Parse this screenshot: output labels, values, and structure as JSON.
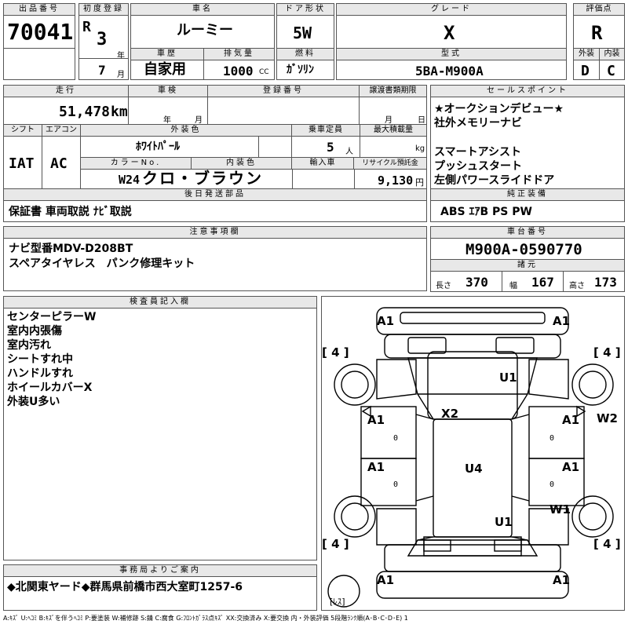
{
  "header": {
    "lot_label": "出品番号",
    "lot_no": "70041",
    "first_reg_label": "初度登録",
    "era": "R",
    "year": "3",
    "year_unit": "年",
    "month": "7",
    "month_unit": "月",
    "car_name_label": "車名",
    "car_name": "ルーミー",
    "history_label": "車歴",
    "history": "自家用",
    "disp_label": "排気量",
    "disp": "1000",
    "disp_unit": "CC",
    "door_label": "ドア形状",
    "door": "5W",
    "fuel_label": "燃料",
    "fuel": "ｶﾞｿﾘﾝ",
    "grade_label": "グレード",
    "grade": "X",
    "model_label": "型式",
    "model": "5BA-M900A",
    "score_label": "評価点",
    "score": "R",
    "ext_label": "外装",
    "ext": "D",
    "int_label": "内装",
    "int": "C"
  },
  "row2": {
    "mileage_label": "走行",
    "mileage": "51,478",
    "mileage_unit": "km",
    "inspection_label": "車検",
    "insp_year": "年",
    "insp_month": "月",
    "reg_no_label": "登録番号",
    "transfer_label": "譲渡書類期限",
    "tr_month": "月",
    "tr_day": "日",
    "shift_label": "シフト",
    "shift": "IAT",
    "ac_label": "エアコン",
    "ac": "AC",
    "ext_color_label": "外装色",
    "ext_color": "ﾎﾜｲﾄﾊﾟｰﾙ",
    "capacity_label": "乗車定員",
    "capacity": "5",
    "capacity_unit": "人",
    "maxload_label": "最大積載量",
    "maxload_unit": "kg",
    "color_no_label": "カラーNo.",
    "int_color_label": "内装色",
    "import_label": "輸入車",
    "recycle_label": "リサイクル預託金",
    "color_no": "W24",
    "int_color": "クロ・ブラウン",
    "recycle": "9,130",
    "recycle_unit": "円"
  },
  "sales_point": {
    "label": "セールスポイント",
    "lines": [
      "★オークションデビュー★",
      "社外メモリーナビ",
      "",
      "スマートアシスト",
      "プッシュスタート",
      "左側パワースライドドア"
    ]
  },
  "later_parts": {
    "label": "後日発送部品",
    "text": "保証書 車両取説 ﾅﾋﾞ取説"
  },
  "genuine_equip": {
    "label": "純正装備",
    "text": "ABS ｴｱB PS PW"
  },
  "notes": {
    "label": "注意事項欄",
    "lines": [
      "ナビ型番MDV-D208BT",
      "スペアタイヤレス　パンク修理キット"
    ]
  },
  "chassis": {
    "label": "車台番号",
    "value": "M900A-0590770"
  },
  "specs": {
    "label": "諸元",
    "length_label": "長さ",
    "length": "370",
    "width_label": "幅",
    "width": "167",
    "height_label": "高さ",
    "height": "173"
  },
  "inspector": {
    "label": "検査員記入欄",
    "lines": [
      "センターピラーW",
      "室内内張傷",
      "室内汚れ",
      "シートすれ中",
      "ハンドルすれ",
      "ホイールカバーX",
      "外装U多い"
    ]
  },
  "diagram": {
    "marks": {
      "a1_fl": "A1",
      "a1_fr": "A1",
      "u1_hood": "U1",
      "x2": "X2",
      "a1_l1": "A1",
      "a1_r1": "A1",
      "w2": "W2",
      "u4": "U4",
      "a1_l2": "A1",
      "a1_r2": "A1",
      "w1": "W1",
      "u1_rear": "U1",
      "a1_bl": "A1",
      "a1_br": "A1"
    },
    "tires": {
      "fl": "[ 4 ]",
      "fr": "[ 4 ]",
      "rl": "[ 4 ]",
      "rr": "[ 4 ]"
    },
    "zeros": {
      "l1": "0",
      "r1": "0",
      "l2": "0",
      "r2": "0"
    },
    "spare": "[ﾚｽ]"
  },
  "office": {
    "label": "事務局よりご案内",
    "text": "◆北関東ヤード◆群馬県前橋市西大室町1257-6"
  },
  "legend": "A:ｷｽﾞ U:ﾍｺﾐ B:ｷｽﾞを伴うﾍｺﾐ P:要塗装 W:補修跡 S:錆 C:腐食 G:ﾌﾛﾝﾄｶﾞﾗｽ点ｷｽﾞ XX:交換済み X:要交換 内・外装評価 5段階ﾗﾝｸ順(A･B･C･D･E) 1"
}
